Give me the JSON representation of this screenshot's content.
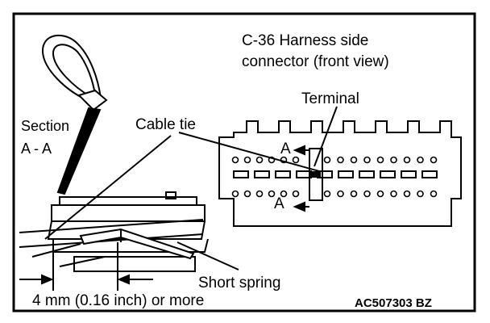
{
  "labels": {
    "connector_line1": "C-36 Harness side",
    "connector_line2": "connector (front view)",
    "terminal": "Terminal",
    "section_line1": "Section",
    "section_line2": "A - A",
    "cable_tie": "Cable tie",
    "section_marker_a1": "A",
    "section_marker_a2": "A",
    "short_spring": "Short spring",
    "dimension": "4 mm (0.16 inch) or more",
    "figure_code": "AC507303 BZ"
  }
}
